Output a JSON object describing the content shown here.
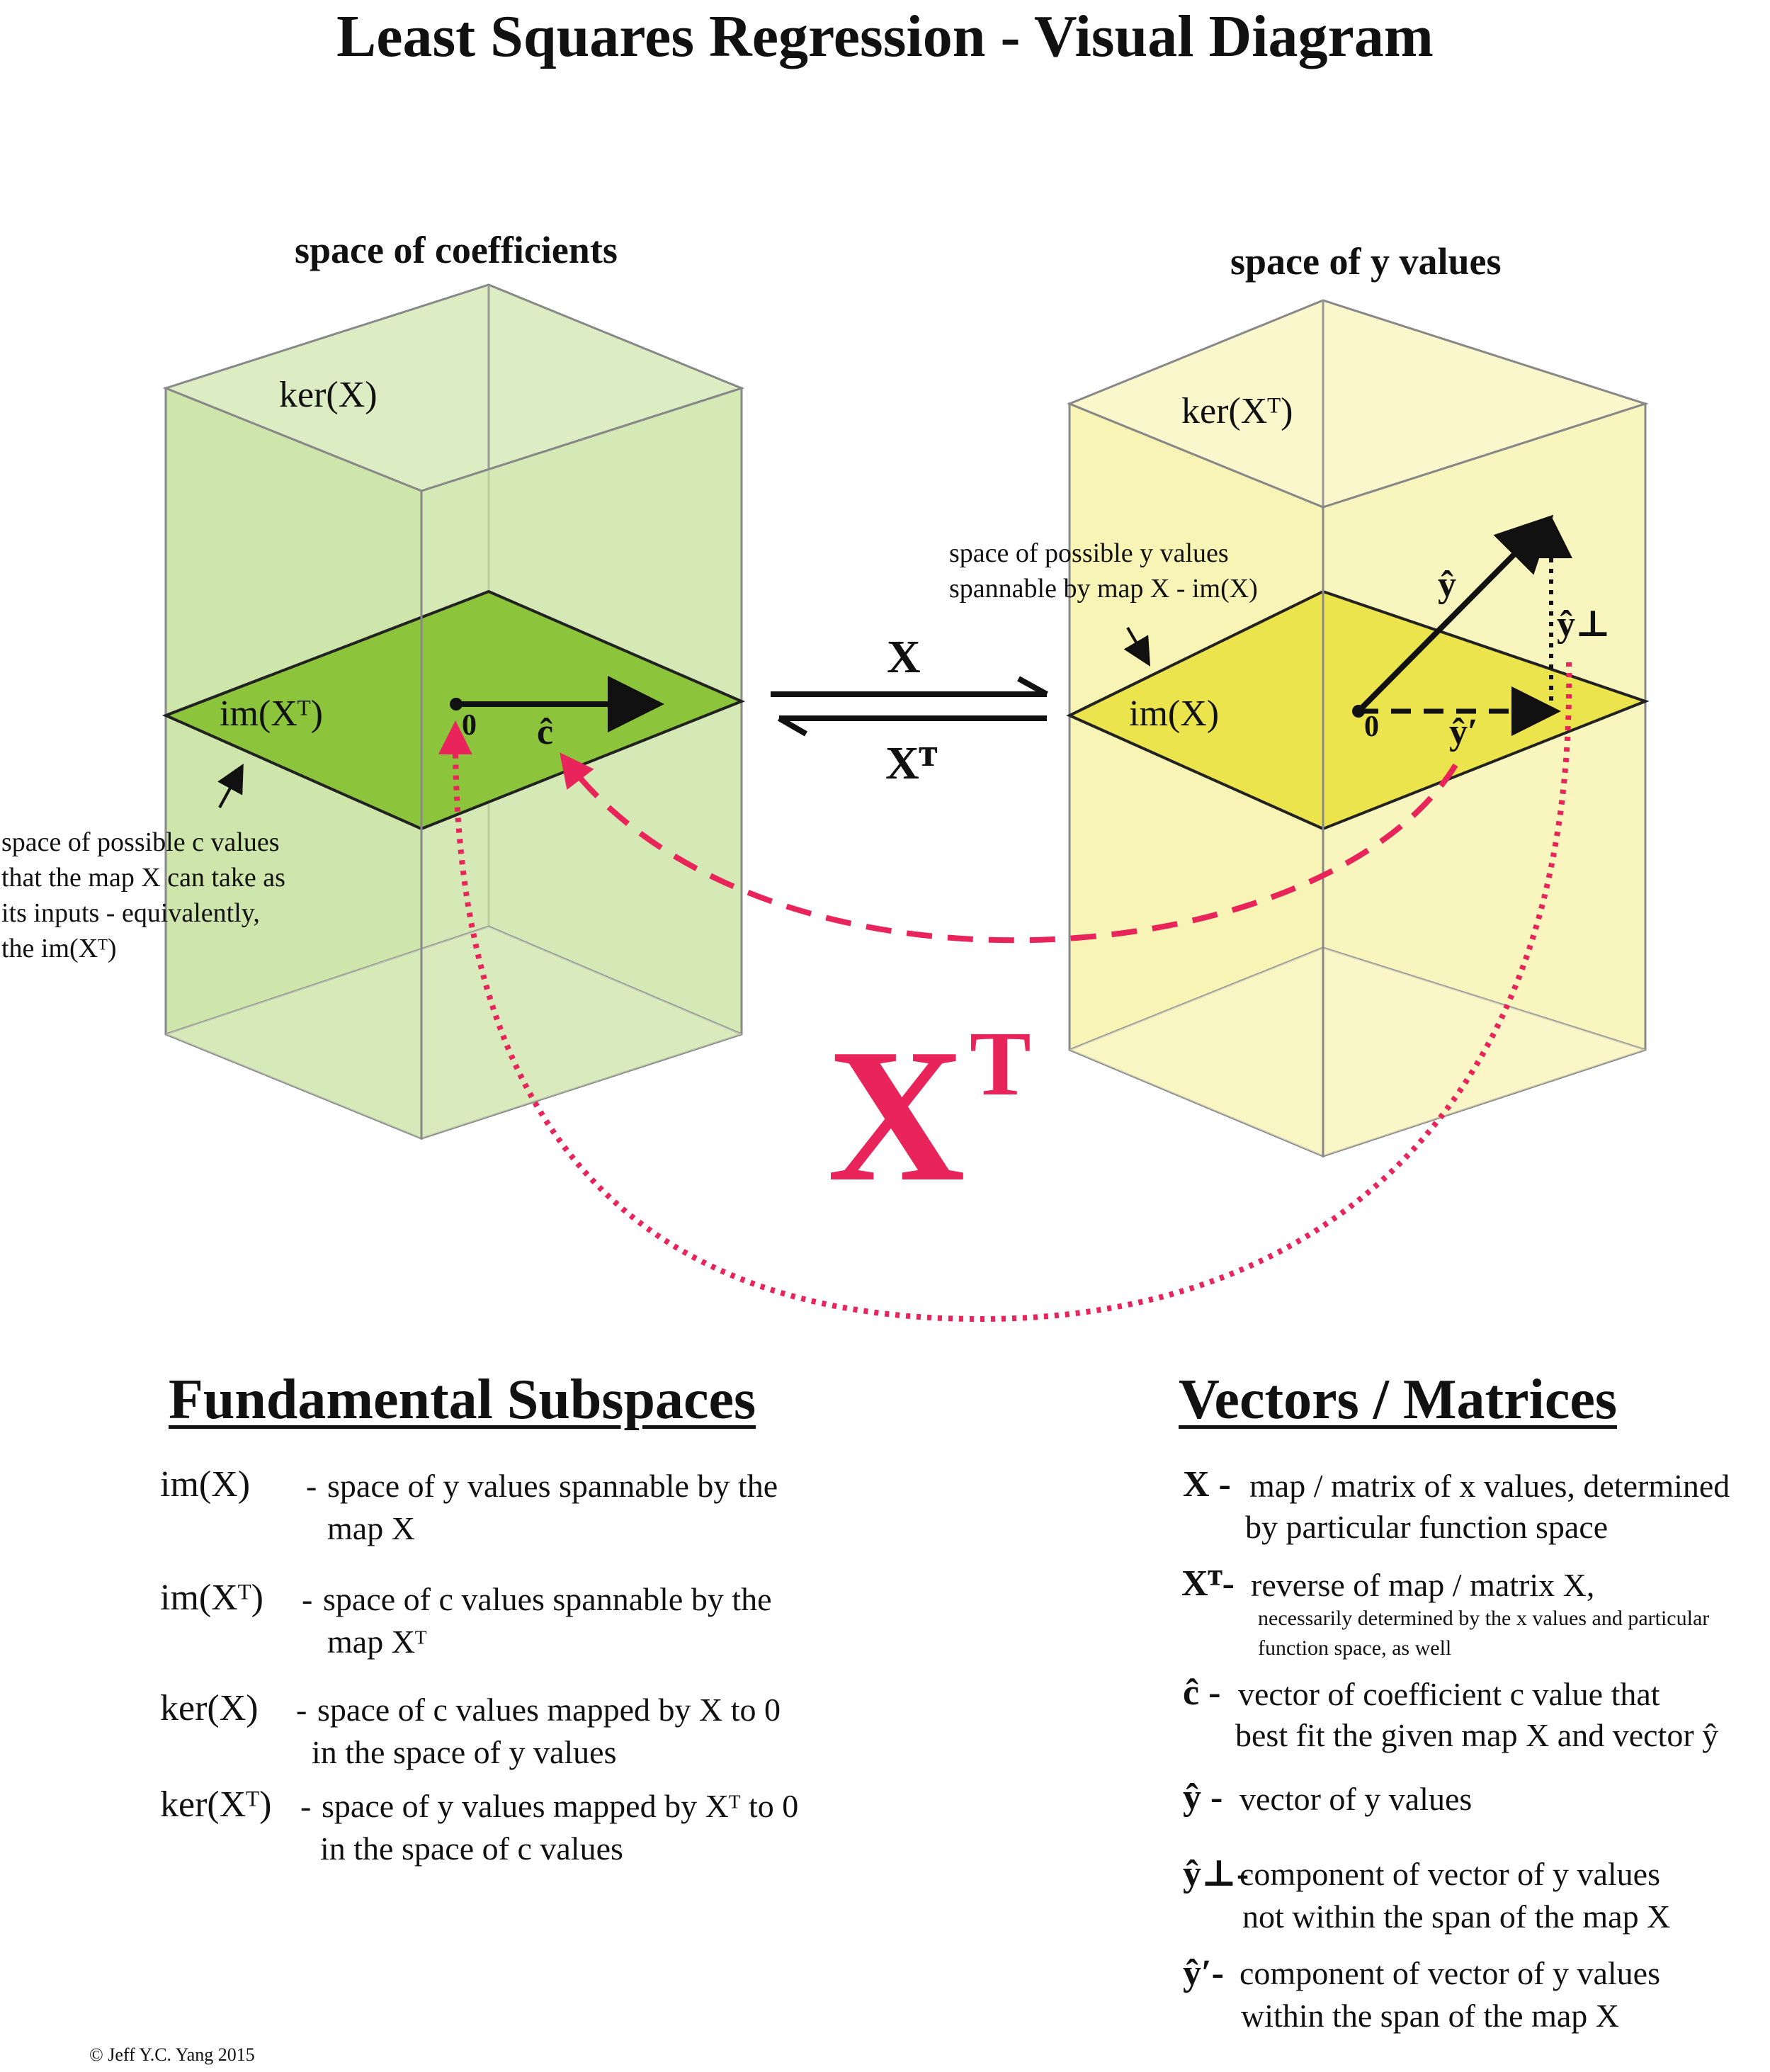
{
  "title": "Least Squares Regression - Visual Diagram",
  "left_space": {
    "label": "space of coefficients",
    "kernel": "ker(X)",
    "image": "im(Xᵀ)",
    "origin": "0",
    "vector": "ĉ",
    "note_lines": [
      "space of possible c values",
      "that the map X can take as",
      "its inputs - equivalently,",
      "the im(Xᵀ)"
    ],
    "colors": {
      "box": "#c6e29c",
      "box_light": "#dcedc3",
      "plane": "#8cc43c"
    }
  },
  "right_space": {
    "label": "space of y values",
    "kernel": "ker(Xᵀ)",
    "image": "im(X)",
    "origin": "0",
    "vec_yhat": "ŷ",
    "vec_yperp": "ŷ⊥",
    "vec_yprime": "ŷ′",
    "note_lines": [
      "space of possible y values",
      "spannable by map X - im(X)"
    ],
    "colors": {
      "box": "#f7f2a8",
      "box_light": "#faf7cd",
      "plane": "#ece44c"
    }
  },
  "maps": {
    "forward": "X",
    "reverse": "Xᵀ",
    "big_label": "X",
    "big_sup": "T"
  },
  "accent_color": "#e8245a",
  "fundamental": {
    "heading": "Fundamental Subspaces",
    "items": [
      {
        "term": "im(X)",
        "dash": "-",
        "lines": [
          "space of y values spannable by the",
          "map X"
        ]
      },
      {
        "term": "im(Xᵀ)",
        "dash": "-",
        "lines": [
          "space of c values spannable by the",
          "map Xᵀ"
        ]
      },
      {
        "term": "ker(X)",
        "dash": "-",
        "lines": [
          "space of c values mapped by X to 0",
          "in the space of y values"
        ]
      },
      {
        "term": "ker(Xᵀ)",
        "dash": "-",
        "lines": [
          "space of y values mapped by  Xᵀ to 0",
          "in the space of c values"
        ]
      }
    ]
  },
  "vectors": {
    "heading": "Vectors / Matrices",
    "items": [
      {
        "term": "X -",
        "lines": [
          "map / matrix of x values, determined",
          "by particular function space"
        ]
      },
      {
        "term": "Xᵀ-",
        "lines": [
          "reverse of map / matrix X,"
        ],
        "note": [
          "necessarily determined by the x values and particular",
          "function space, as well"
        ]
      },
      {
        "term": "ĉ -",
        "lines": [
          "vector of coefficient c value that",
          "best fit the given map X and vector ŷ"
        ]
      },
      {
        "term": "ŷ -",
        "lines": [
          "vector of y values"
        ]
      },
      {
        "term": "ŷ⊥-",
        "lines": [
          "component of vector of y values",
          "not within the span of the map X"
        ]
      },
      {
        "term": "ŷ′-",
        "lines": [
          "component of vector of y values",
          "within the span of the map X"
        ]
      }
    ]
  },
  "copyright": "© Jeff Y.C. Yang 2015"
}
